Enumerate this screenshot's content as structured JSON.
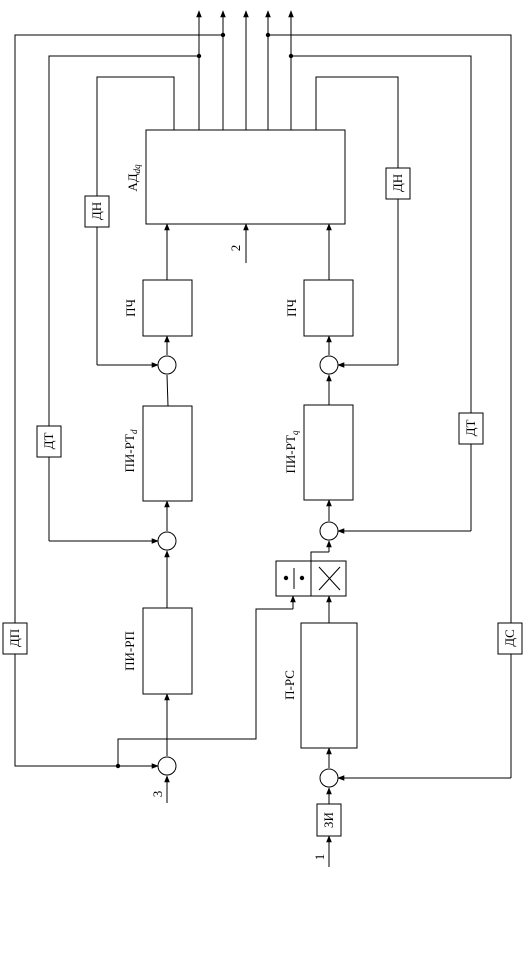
{
  "blocks": {
    "ad": "АД",
    "ad_sub": "dq",
    "pch_d": "ПЧ",
    "pch_q": "ПЧ",
    "pi_rt_d": "ПИ-РТ",
    "pi_rt_d_sub": "d",
    "pi_rt_q": "ПИ-РТ",
    "pi_rt_q_sub": "q",
    "pi_rp": "ПИ-РП",
    "p_rs": "П-РС",
    "zi": "ЗИ"
  },
  "sensors": {
    "dn_left": "ДН",
    "dn_right": "ДН",
    "dt_left": "ДТ",
    "dt_right": "ДТ",
    "dp": "ДП",
    "ds": "ДС"
  },
  "inputs": {
    "in1": "1",
    "in2": "2",
    "in3": "3"
  }
}
